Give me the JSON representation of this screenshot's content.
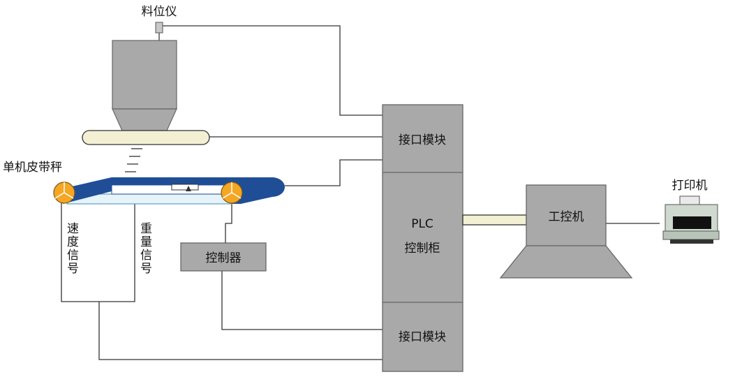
{
  "labels": {
    "level_gauge": "料位仪",
    "belt_scale": "单机皮带秤",
    "speed_signal": "速度信号",
    "weight_signal": "重量信号",
    "controller": "控制器",
    "interface_module_top": "接口模块",
    "plc_line1": "PLC",
    "plc_line2": "控制柜",
    "interface_module_bottom": "接口模块",
    "industrial_pc": "工控机",
    "printer": "打印机"
  },
  "colors": {
    "cabinet_grey": "#a9a9a9",
    "belt_blue": "#1f4e96",
    "roller_orange": "#f5a623",
    "pipe_cream": "#f2efd3",
    "wire": "#333333"
  },
  "icons": {
    "printer": "printer-icon",
    "hopper": "hopper-icon",
    "level_sensor": "level-sensor-icon",
    "roller": "roller-icon"
  }
}
